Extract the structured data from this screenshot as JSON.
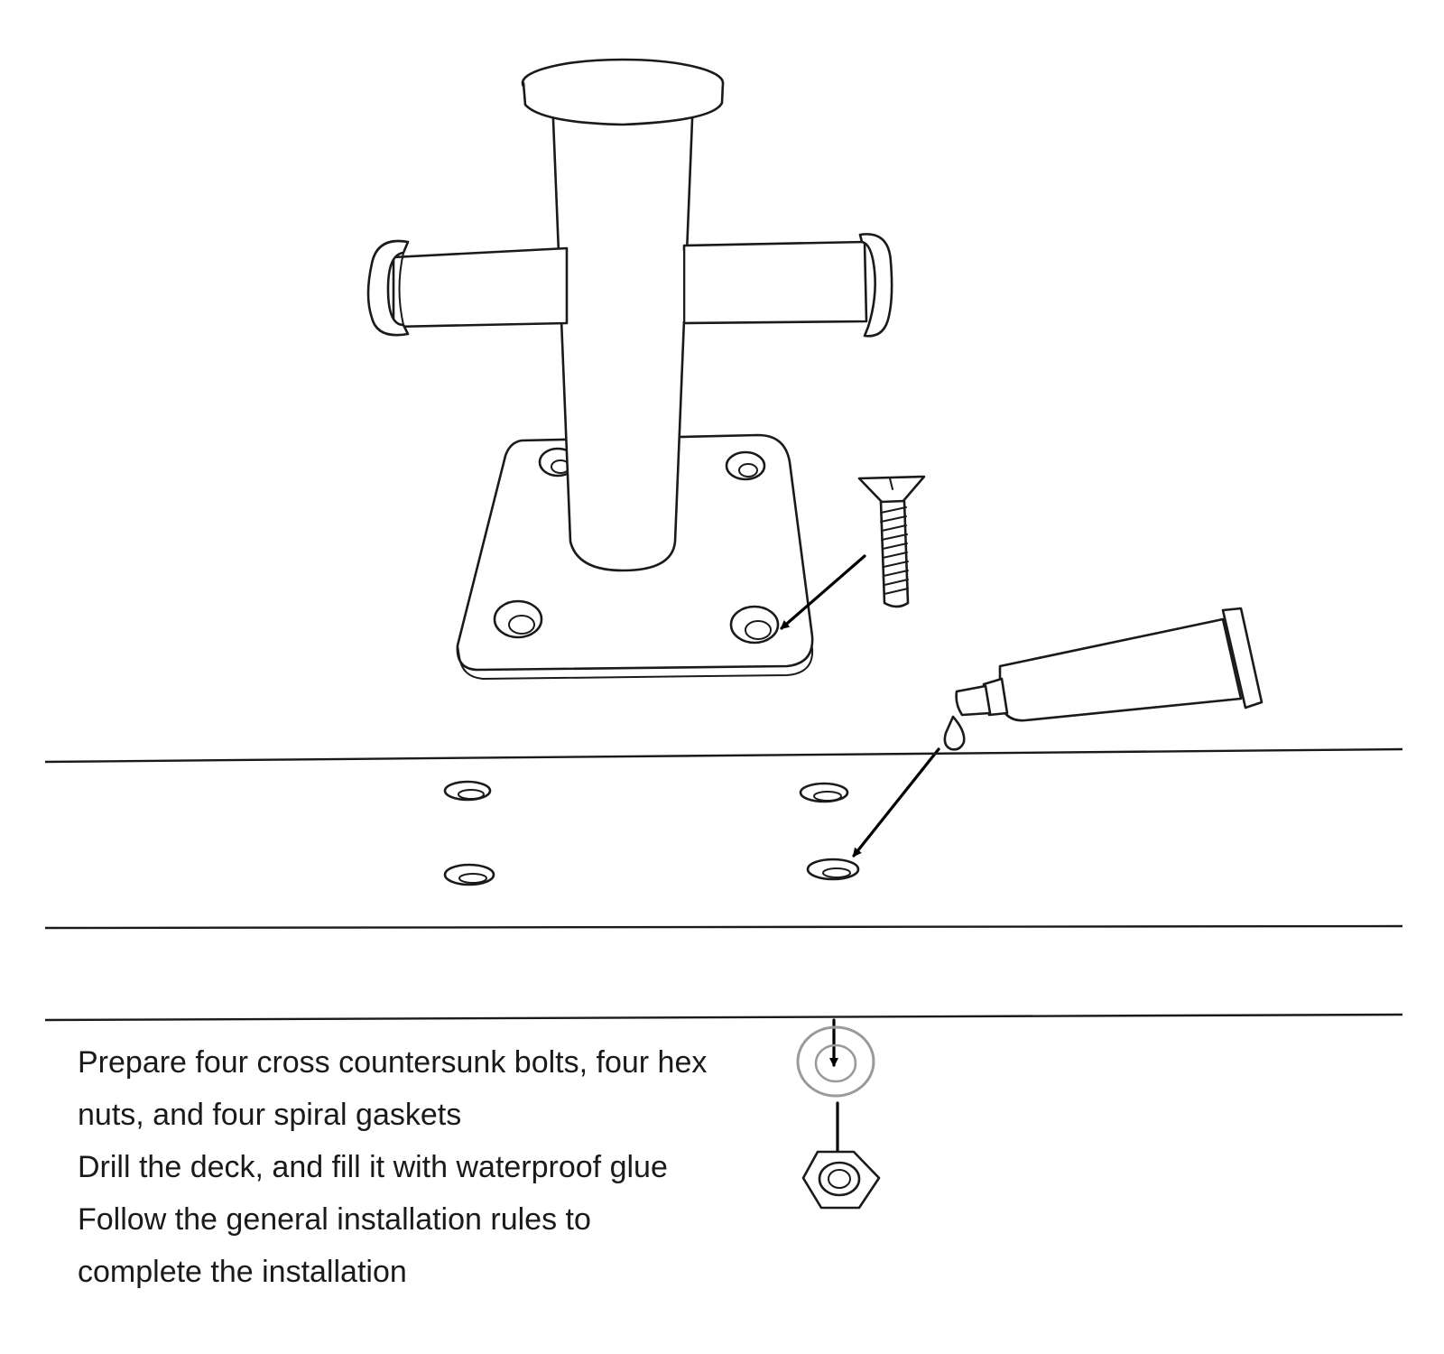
{
  "instructions": [
    "Prepare four cross countersunk bolts, four hex",
    "nuts, and four spiral gaskets",
    "Drill the deck, and fill it with waterproof glue",
    "Follow the general installation rules to",
    "complete the installation"
  ],
  "colors": {
    "ink": "#1a1a1a",
    "background": "#ffffff"
  },
  "icons": [
    "rod-holder-icon",
    "countersunk-bolt-icon",
    "glue-tube-icon",
    "glue-drop-icon",
    "spiral-gasket-icon",
    "hex-nut-icon"
  ]
}
